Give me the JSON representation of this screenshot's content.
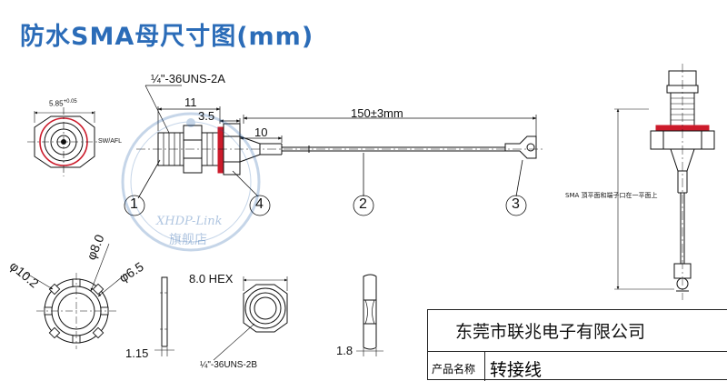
{
  "title": "防水SMA母尺寸图(mm)",
  "dims": {
    "thread_top": "¼\"-36UNS-2A",
    "d11": "11",
    "d35": "3.5",
    "d10": "10",
    "d150": "150±3mm",
    "tol": "5.85",
    "tol_sup": "+0.05",
    "swafl": "SW/AFL",
    "phi102": "φ10.2",
    "phi80": "φ8.0",
    "phi65": "φ6.5",
    "d115": "1.15",
    "hex": "8.0 HEX",
    "thread_bottom": "¼\"-36UNS-2B",
    "d18": "1.8"
  },
  "callouts": [
    "1",
    "4",
    "2",
    "3"
  ],
  "side_note": "SMA 頂平面和端子口在一平面上",
  "watermark": {
    "brand": "XHDP-Link",
    "shop": "旗舰店"
  },
  "table": {
    "company": "东莞市联兆电子有限公司",
    "product_label": "产品名称",
    "product_name": "转接线"
  },
  "colors": {
    "title": "#2b6cb8",
    "accent_red": "#cc1b2b",
    "line": "#111111",
    "dim_line": "#1a1a1a"
  }
}
